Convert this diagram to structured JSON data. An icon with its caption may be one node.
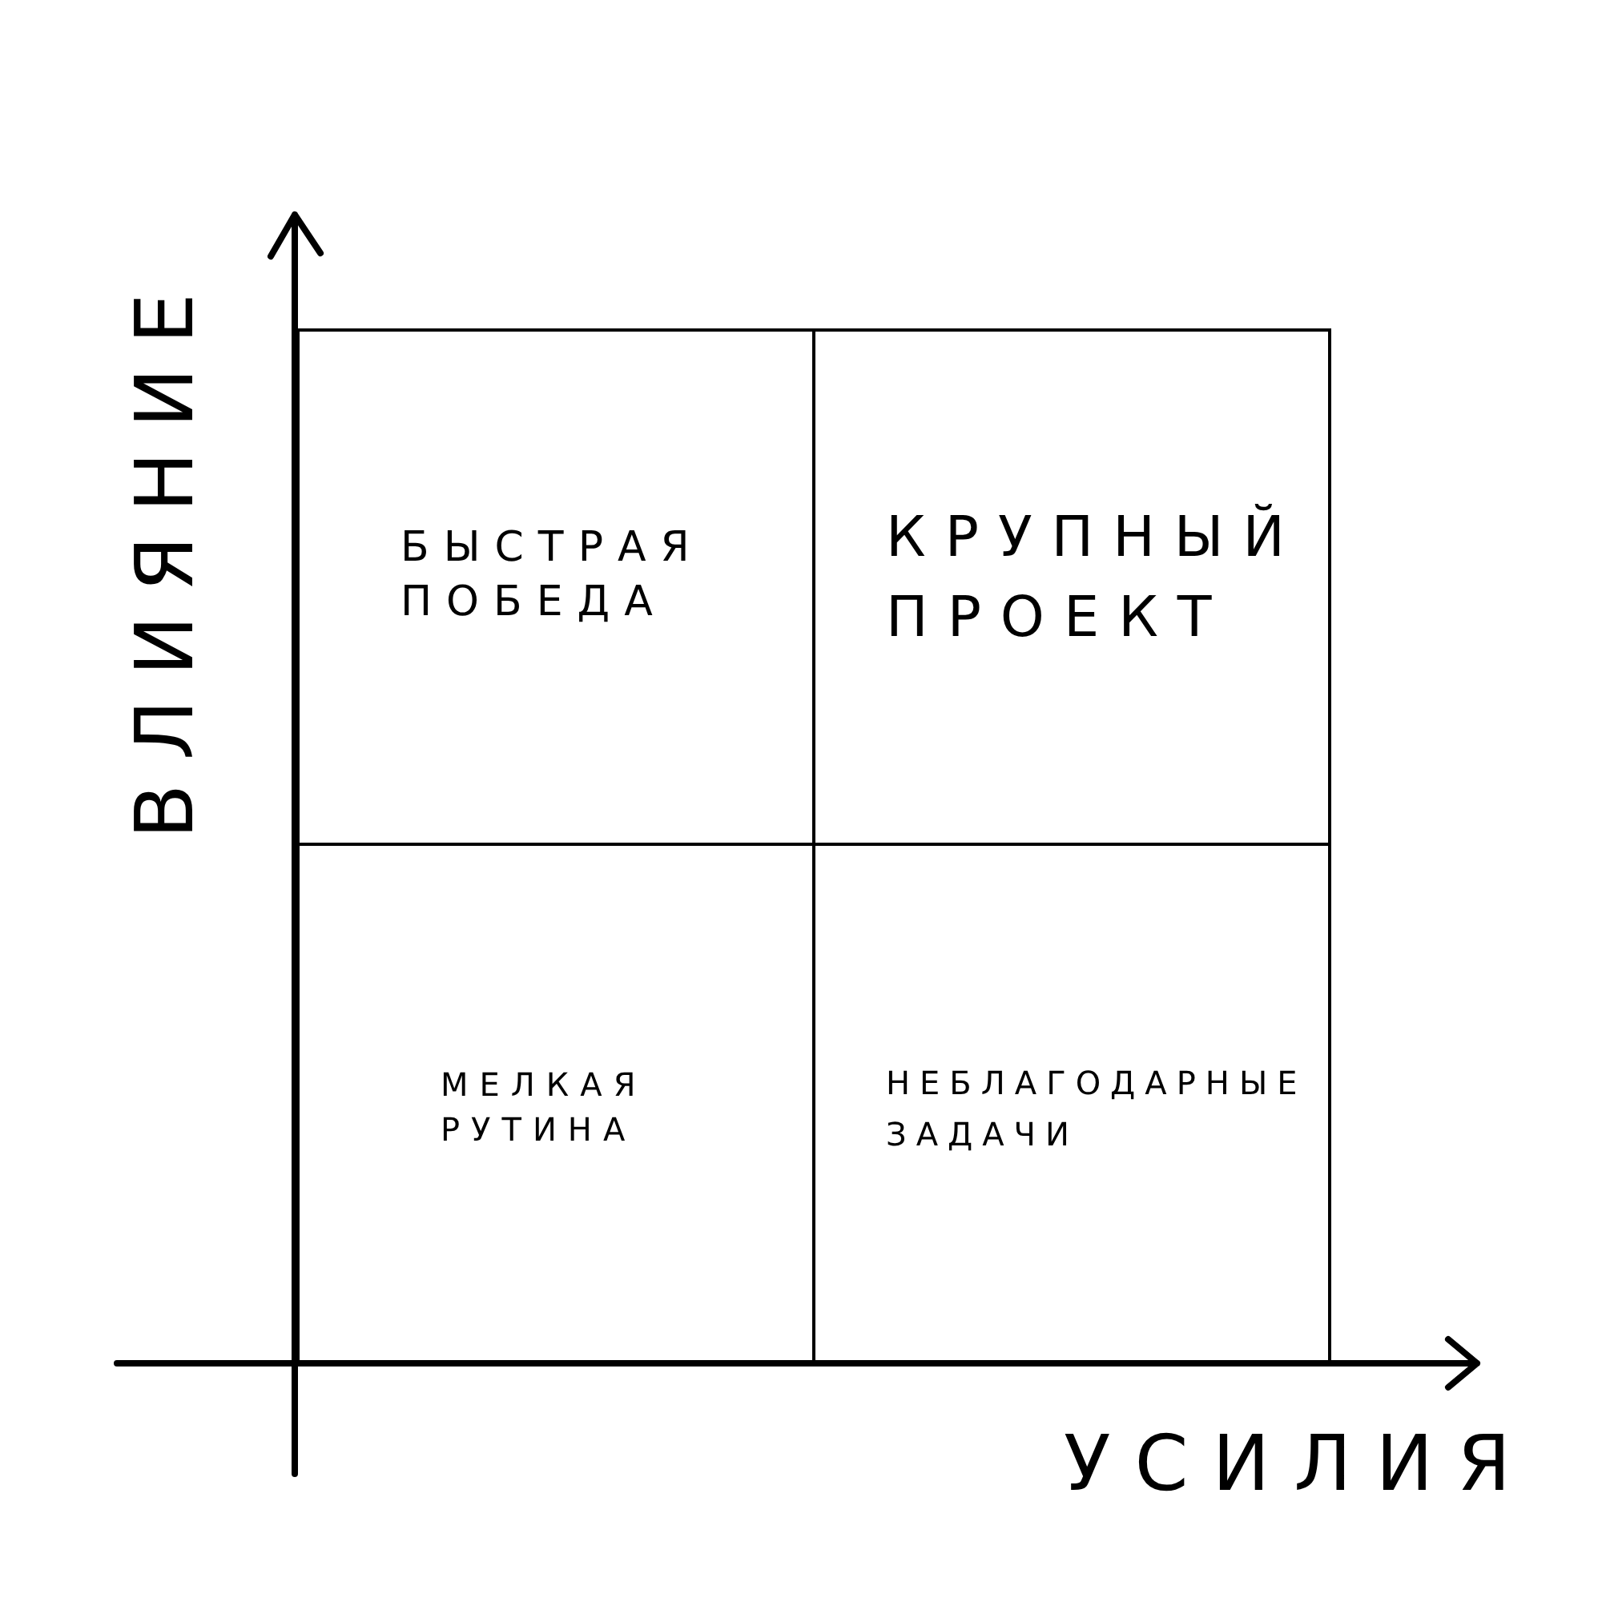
{
  "diagram": {
    "nodes": [
      {
        "text": [
          "БЫСТРАЯ ПОБЕДА"
        ]
      },
      {
        "text": [
          "КРУПНЫЙ ПРОЕКТ"
        ]
      },
      {
        "text": [
          "МЕЛКАЯ РУТИНА"
        ]
      },
      {
        "text": [
          "НЕБЛАГОДАРНЫЕ ЗАДАЧИ"
        ]
      }
    ],
    "labels": [
      "ВЛИЯНИЕ",
      "УСИЛИЯ"
    ]
  }
}
